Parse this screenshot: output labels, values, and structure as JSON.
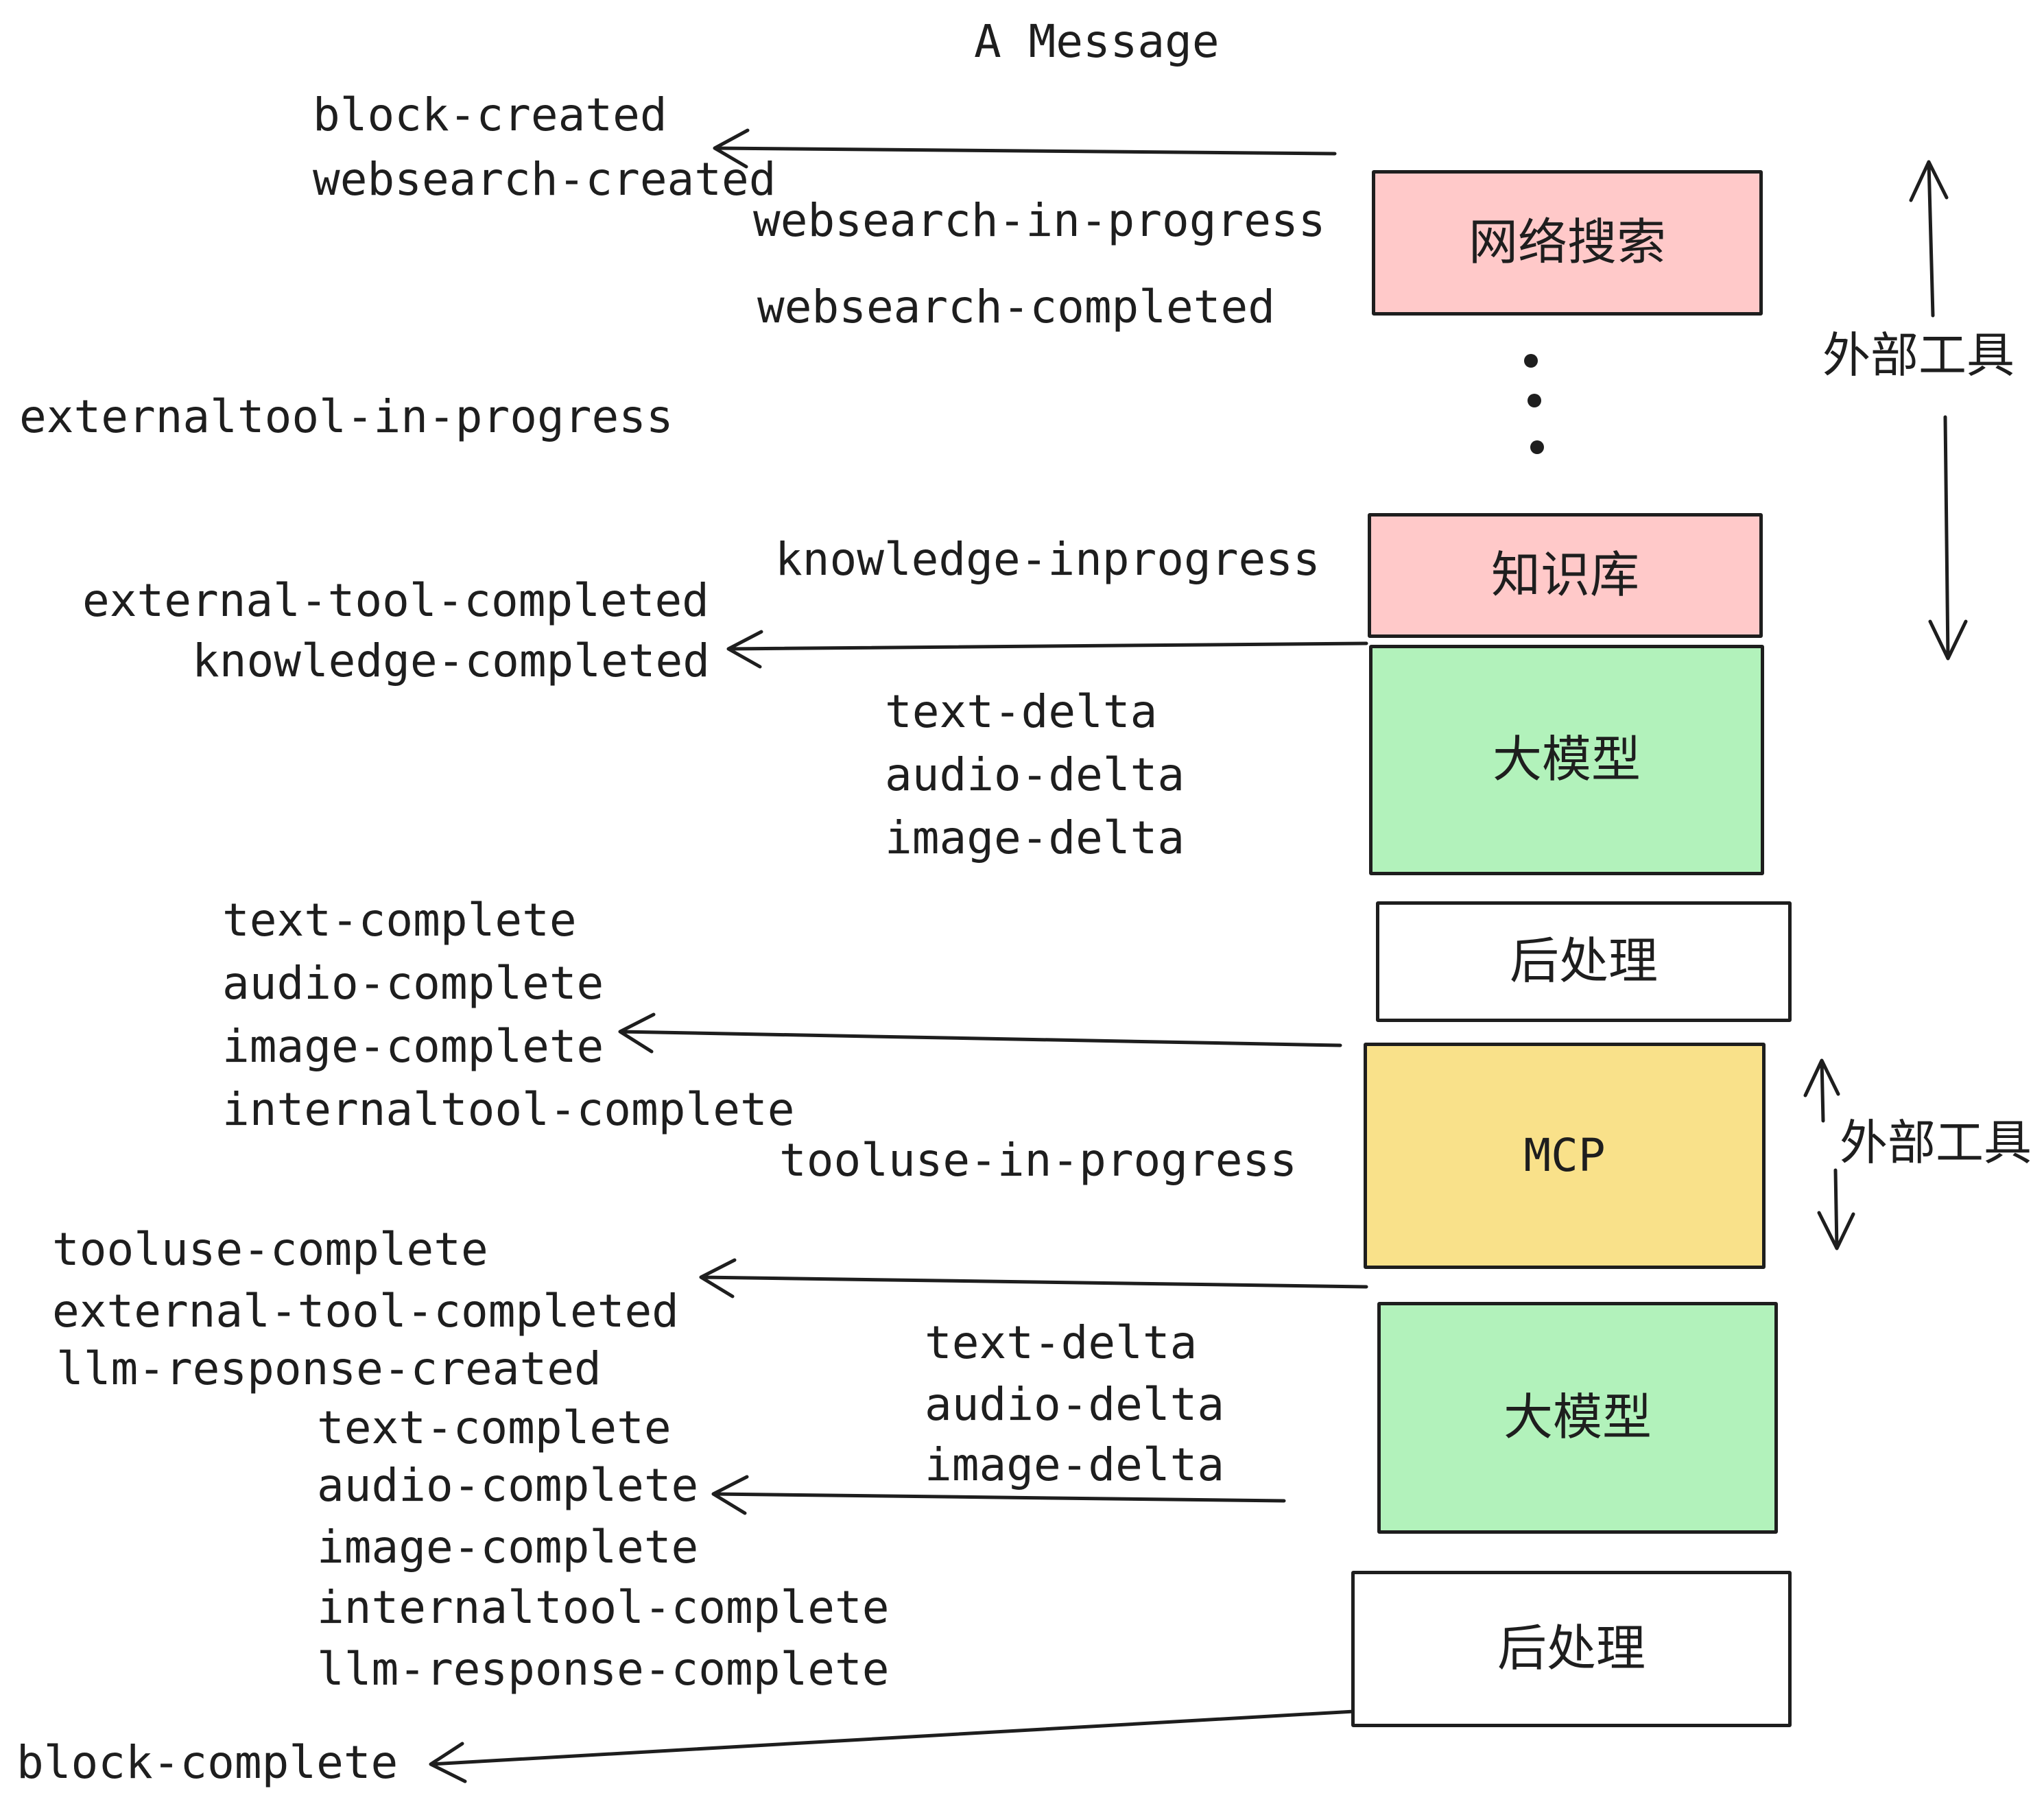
{
  "title": "A Message",
  "colors": {
    "box_pink": "#ffc9c9",
    "box_green": "#b2f2bb",
    "box_yellow": "#f9e18a",
    "box_white": "#ffffff",
    "stroke": "#1e1e1e",
    "text": "#1e1e1e",
    "background": "#ffffff"
  },
  "boxes": [
    {
      "id": "websearch",
      "label": "网络搜索",
      "fill": "#ffc9c9"
    },
    {
      "id": "knowledge",
      "label": "知识库",
      "fill": "#ffc9c9"
    },
    {
      "id": "llm-1",
      "label": "大模型",
      "fill": "#b2f2bb"
    },
    {
      "id": "postprocess-1",
      "label": "后处理",
      "fill": "#ffffff"
    },
    {
      "id": "mcp",
      "label": "MCP",
      "fill": "#f9e18a"
    },
    {
      "id": "llm-2",
      "label": "大模型",
      "fill": "#b2f2bb"
    },
    {
      "id": "postprocess-2",
      "label": "后处理",
      "fill": "#ffffff"
    }
  ],
  "side_labels": {
    "external_tools_top": "外部工具",
    "external_tools_mcp": "外部工具"
  },
  "events": {
    "block_created": "block-created",
    "websearch_created": "websearch-created",
    "websearch_in_progress": "websearch-in-progress",
    "websearch_completed": "websearch-completed",
    "externaltool_in_progress": "externaltool-in-progress",
    "knowledge_inprogress": "knowledge-inprogress",
    "external_tool_completed": "external-tool-completed",
    "knowledge_completed": "knowledge-completed",
    "text_delta": "text-delta",
    "audio_delta": "audio-delta",
    "image_delta": "image-delta",
    "text_complete": "text-complete",
    "audio_complete": "audio-complete",
    "image_complete": "image-complete",
    "internaltool_complete": "internaltool-complete",
    "tooluse_in_progress": "tooluse-in-progress",
    "tooluse_complete": "tooluse-complete",
    "llm_response_created": "llm-response-created",
    "llm_response_complete": "llm-response-complete",
    "block_complete": "block-complete"
  }
}
